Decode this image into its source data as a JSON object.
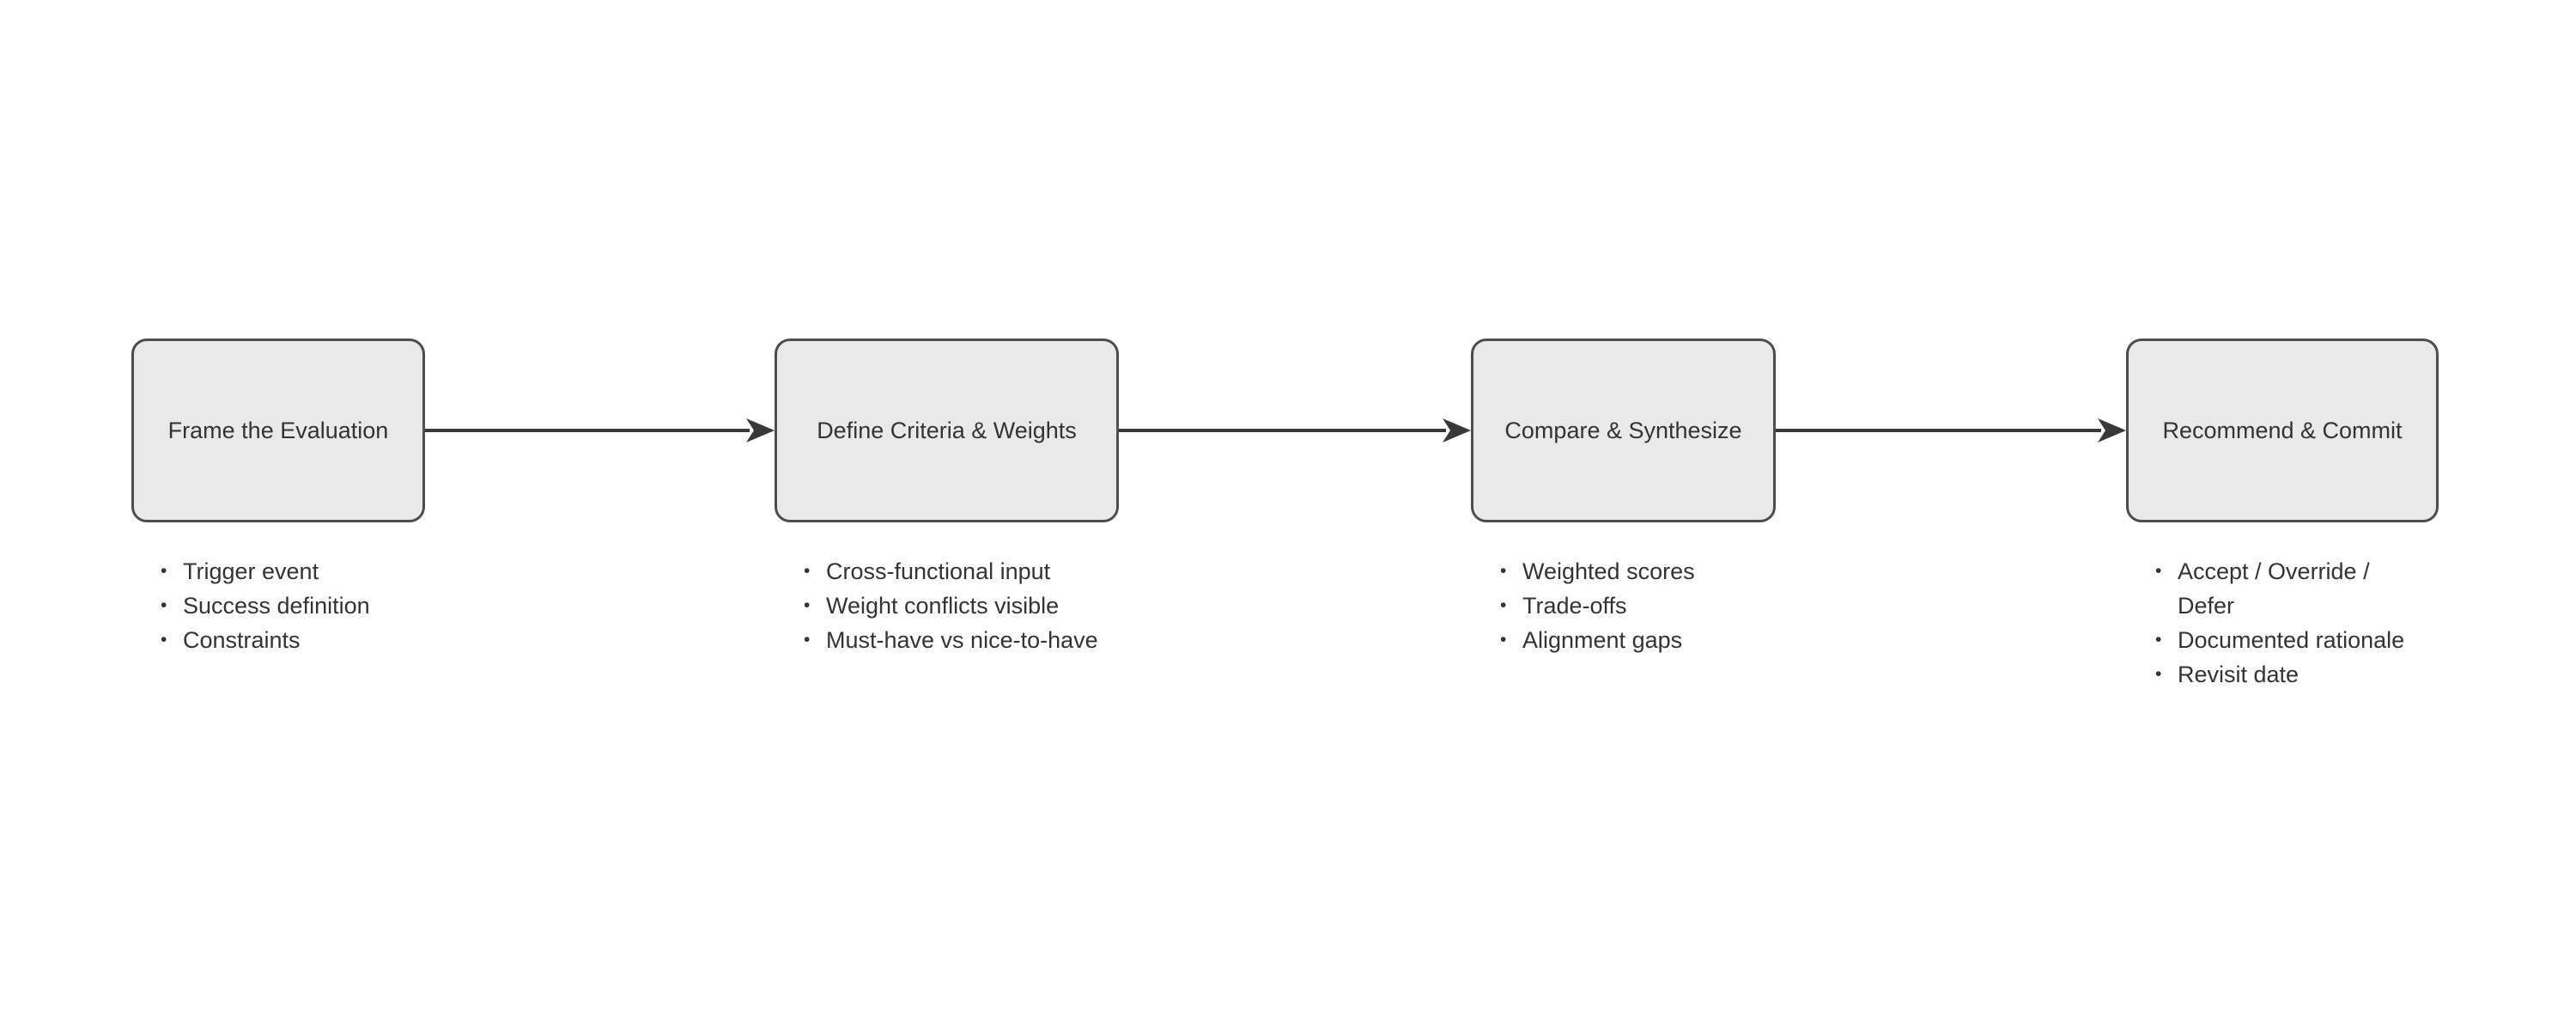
{
  "colors": {
    "background": "#ffffff",
    "box_fill": "#e9e9e9",
    "box_border": "#4d4d4d",
    "arrow": "#383838",
    "text": "#333333"
  },
  "stages": [
    {
      "title": "Frame the Evaluation",
      "bullets": [
        "Trigger event",
        "Success definition",
        "Constraints"
      ]
    },
    {
      "title": "Define Criteria & Weights",
      "bullets": [
        "Cross-functional input",
        "Weight conflicts visible",
        "Must-have vs nice-to-have"
      ]
    },
    {
      "title": "Compare & Synthesize",
      "bullets": [
        "Weighted scores",
        "Trade-offs",
        "Alignment gaps"
      ]
    },
    {
      "title": "Recommend & Commit",
      "bullets": [
        "Accept / Override / Defer",
        "Documented rationale",
        "Revisit date"
      ]
    }
  ]
}
